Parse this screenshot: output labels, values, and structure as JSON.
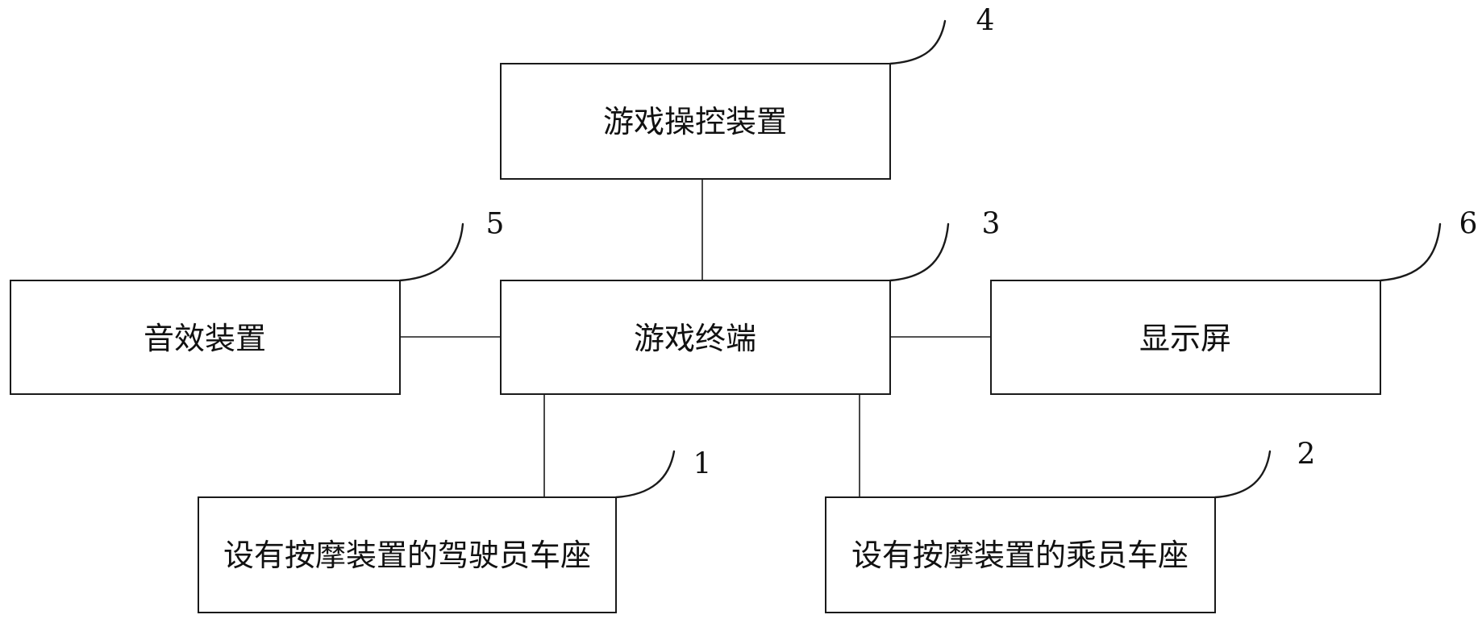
{
  "diagram": {
    "boxes": {
      "game_control": {
        "label": "游戏操控装置",
        "ref": "4"
      },
      "sound": {
        "label": "音效装置",
        "ref": "5"
      },
      "game_terminal": {
        "label": "游戏终端",
        "ref": "3"
      },
      "display": {
        "label": "显示屏",
        "ref": "6"
      },
      "driver_seat": {
        "label": "设有按摩装置的驾驶员车座",
        "ref": "1"
      },
      "passenger_seat": {
        "label": "设有按摩装置的乘员车座",
        "ref": "2"
      }
    }
  }
}
